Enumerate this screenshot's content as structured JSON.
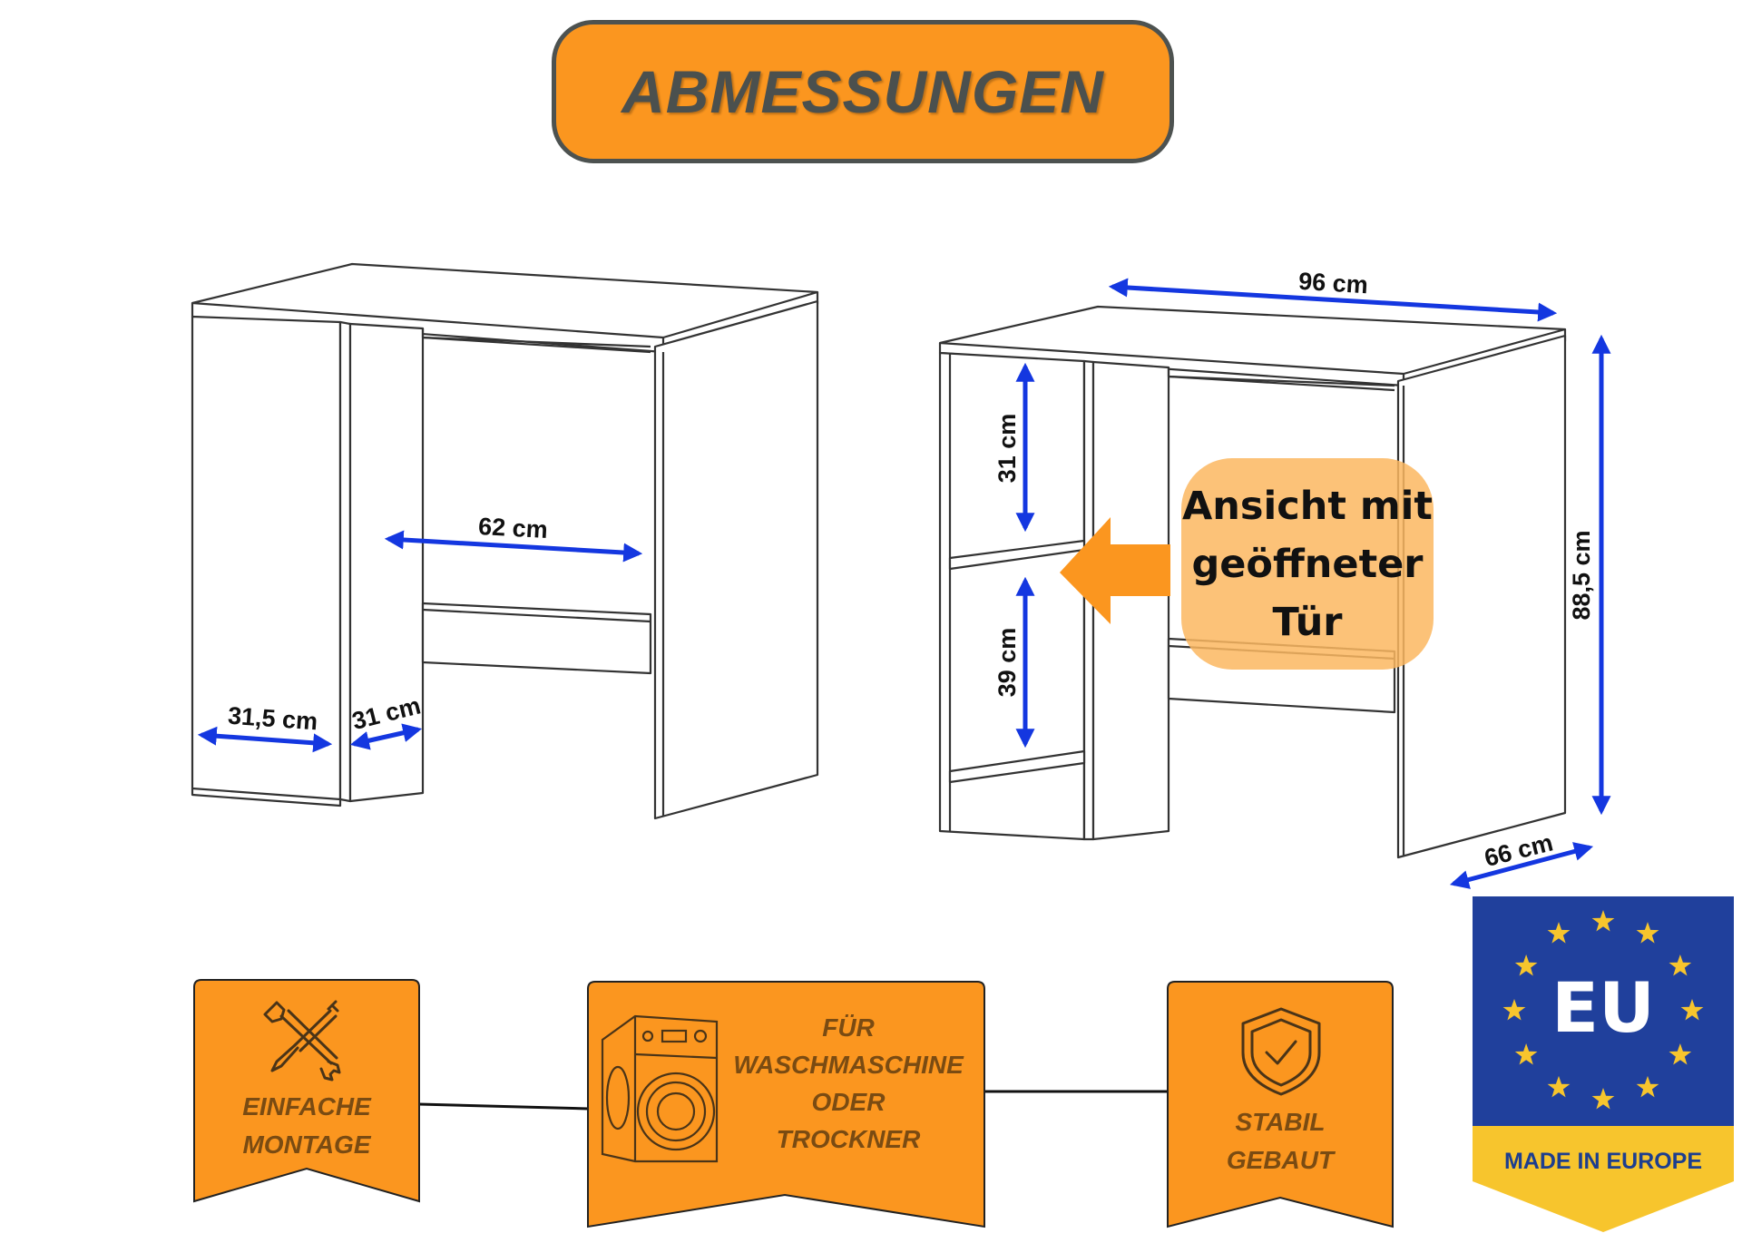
{
  "header": {
    "title": "ABMESSUNGEN"
  },
  "left_view": {
    "dimensions": {
      "inner_width": "62 cm",
      "door_width": "31,5 cm",
      "shelf_depth": "31 cm"
    }
  },
  "right_view": {
    "dimensions": {
      "width": "96 cm",
      "height": "88,5 cm",
      "depth": "66 cm",
      "upper_shelf": "31 cm",
      "lower_shelf": "39 cm"
    },
    "callout": {
      "text": "Ansicht mit geöffneter Tür"
    }
  },
  "features": [
    {
      "icon": "wrench-screwdriver-icon",
      "line1": "EINFACHE",
      "line2": "MONTAGE"
    },
    {
      "icon": "washing-machine-icon",
      "line1": "FÜR",
      "line2": "WASCHMASCHINE",
      "line3": "ODER",
      "line4": "TROCKNER"
    },
    {
      "icon": "shield-check-icon",
      "line1": "STABIL",
      "line2": "GEBAUT"
    }
  ],
  "badge": {
    "eu_label": "EU",
    "made_label": "MADE IN EUROPE"
  },
  "colors": {
    "orange": "#fb961f",
    "arrow_blue": "#1437e0",
    "dark_gray": "#4d5250",
    "eu_blue": "#20409c",
    "eu_gold": "#f7c52d"
  }
}
